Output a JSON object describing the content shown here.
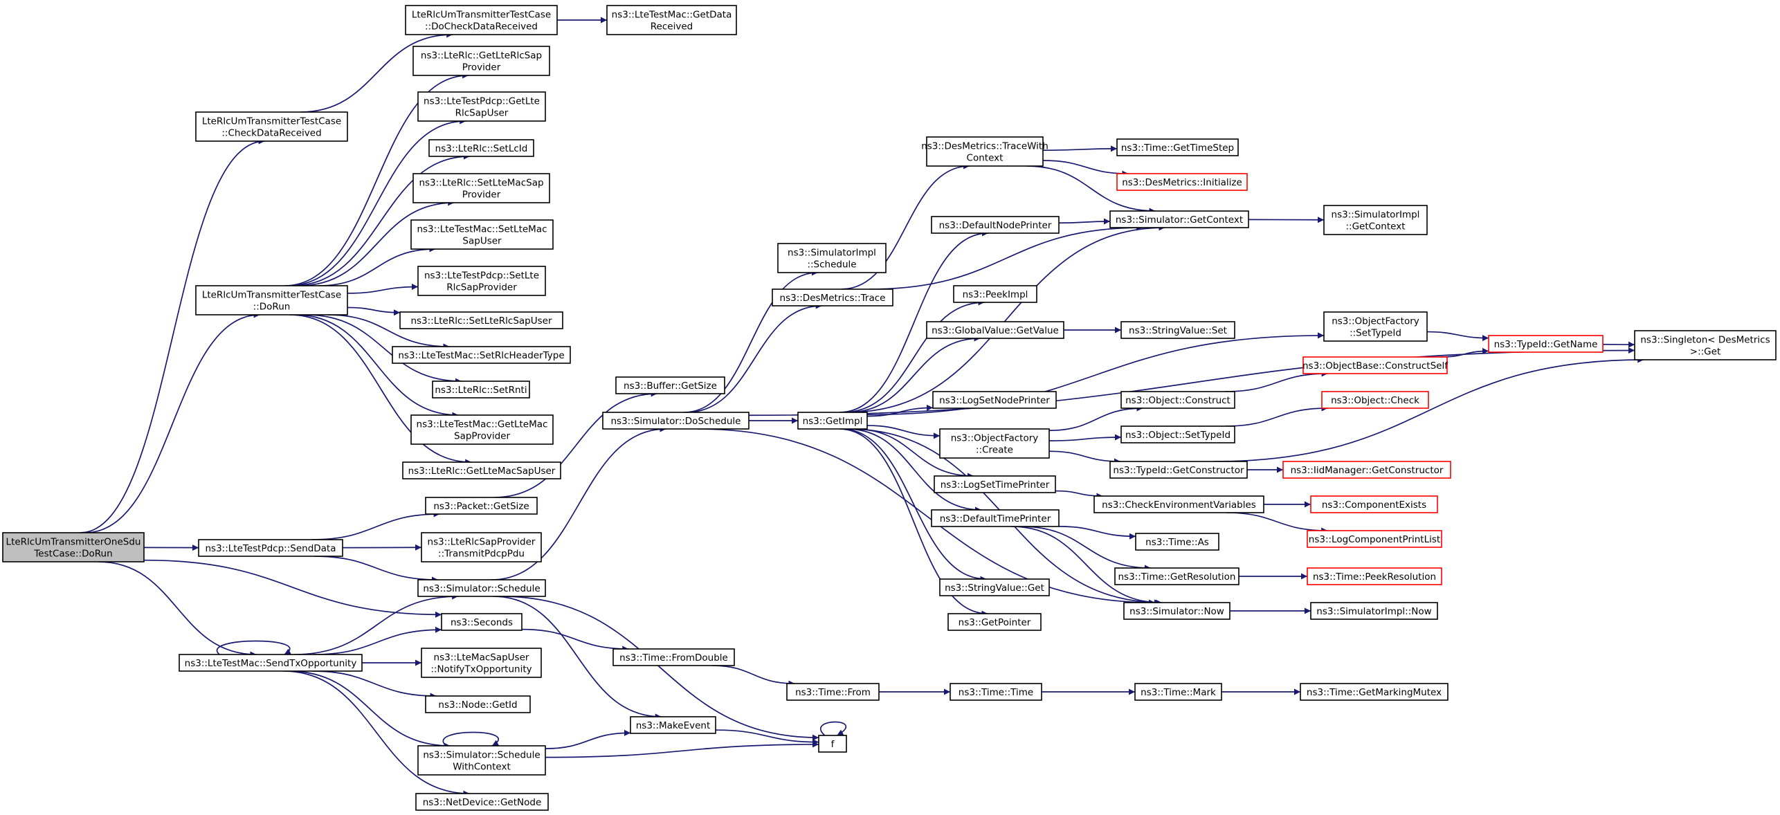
{
  "colors": {
    "edge": "#191970",
    "root_fill": "#bfbfbf",
    "external_border": "#ff0000",
    "node_border": "#000000"
  },
  "nodes": [
    {
      "id": "root",
      "lines": [
        "LteRlcUmTransmitterOneSdu",
        "TestCase::DoRun"
      ],
      "root": true
    },
    {
      "id": "checkData",
      "lines": [
        "LteRlcUmTransmitterTestCase",
        "::CheckDataReceived"
      ]
    },
    {
      "id": "doCheck",
      "lines": [
        "LteRlcUmTransmitterTestCase",
        "::DoCheckDataReceived"
      ]
    },
    {
      "id": "getData",
      "lines": [
        "ns3::LteTestMac::GetData",
        "Received"
      ]
    },
    {
      "id": "doRunTC",
      "lines": [
        "LteRlcUmTransmitterTestCase",
        "::DoRun"
      ]
    },
    {
      "id": "getRlcSapProv",
      "lines": [
        "ns3::LteRlc::GetLteRlcSap",
        "Provider"
      ]
    },
    {
      "id": "getRlcSapUser",
      "lines": [
        "ns3::LteTestPdcp::GetLte",
        "RlcSapUser"
      ]
    },
    {
      "id": "setLcId",
      "lines": [
        "ns3::LteRlc::SetLcId"
      ]
    },
    {
      "id": "setMacSapProv",
      "lines": [
        "ns3::LteRlc::SetLteMacSap",
        "Provider"
      ]
    },
    {
      "id": "setMacSapUser",
      "lines": [
        "ns3::LteTestMac::SetLteMac",
        "SapUser"
      ]
    },
    {
      "id": "setRlcSapProv",
      "lines": [
        "ns3::LteTestPdcp::SetLte",
        "RlcSapProvider"
      ]
    },
    {
      "id": "setRlcSapUser",
      "lines": [
        "ns3::LteRlc::SetLteRlcSapUser"
      ]
    },
    {
      "id": "setHdr",
      "lines": [
        "ns3::LteTestMac::SetRlcHeaderType"
      ]
    },
    {
      "id": "setRnti",
      "lines": [
        "ns3::LteRlc::SetRnti"
      ]
    },
    {
      "id": "getMacSapProv",
      "lines": [
        "ns3::LteTestMac::GetLteMac",
        "SapProvider"
      ]
    },
    {
      "id": "getMacSapUser",
      "lines": [
        "ns3::LteRlc::GetLteMacSapUser"
      ]
    },
    {
      "id": "sendData",
      "lines": [
        "ns3::LteTestPdcp::SendData"
      ]
    },
    {
      "id": "pktGetSize",
      "lines": [
        "ns3::Packet::GetSize"
      ]
    },
    {
      "id": "bufGetSize",
      "lines": [
        "ns3::Buffer::GetSize"
      ]
    },
    {
      "id": "transmitPdcp",
      "lines": [
        "ns3::LteRlcSapProvider",
        "::TransmitPdcpPdu"
      ]
    },
    {
      "id": "simSchedule",
      "lines": [
        "ns3::Simulator::Schedule"
      ]
    },
    {
      "id": "seconds",
      "lines": [
        "ns3::Seconds"
      ]
    },
    {
      "id": "sendTx",
      "lines": [
        "ns3::LteTestMac::SendTxOpportunity"
      ]
    },
    {
      "id": "notifyTx",
      "lines": [
        "ns3::LteMacSapUser",
        "::NotifyTxOpportunity"
      ]
    },
    {
      "id": "nodeGetId",
      "lines": [
        "ns3::Node::GetId"
      ]
    },
    {
      "id": "schedCtx",
      "lines": [
        "ns3::Simulator::Schedule",
        "WithContext"
      ]
    },
    {
      "id": "getNode",
      "lines": [
        "ns3::NetDevice::GetNode"
      ]
    },
    {
      "id": "doSchedule",
      "lines": [
        "ns3::Simulator::DoSchedule"
      ]
    },
    {
      "id": "fromDouble",
      "lines": [
        "ns3::Time::FromDouble"
      ]
    },
    {
      "id": "makeEvent",
      "lines": [
        "ns3::MakeEvent"
      ]
    },
    {
      "id": "simImplSched",
      "lines": [
        "ns3::SimulatorImpl",
        "::Schedule"
      ]
    },
    {
      "id": "desTrace",
      "lines": [
        "ns3::DesMetrics::Trace"
      ]
    },
    {
      "id": "getImpl",
      "lines": [
        "ns3::GetImpl"
      ]
    },
    {
      "id": "timeFrom",
      "lines": [
        "ns3::Time::From"
      ]
    },
    {
      "id": "f",
      "lines": [
        "f"
      ]
    },
    {
      "id": "traceWithCtx",
      "lines": [
        "ns3::DesMetrics::TraceWith",
        "Context"
      ]
    },
    {
      "id": "defNodePrinter",
      "lines": [
        "ns3::DefaultNodePrinter"
      ]
    },
    {
      "id": "peekImpl",
      "lines": [
        "ns3::PeekImpl"
      ]
    },
    {
      "id": "gvGetValue",
      "lines": [
        "ns3::GlobalValue::GetValue"
      ]
    },
    {
      "id": "logSetNode",
      "lines": [
        "ns3::LogSetNodePrinter"
      ]
    },
    {
      "id": "objFactCreate",
      "lines": [
        "ns3::ObjectFactory",
        "::Create"
      ]
    },
    {
      "id": "logSetTime",
      "lines": [
        "ns3::LogSetTimePrinter"
      ]
    },
    {
      "id": "defTimePrinter",
      "lines": [
        "ns3::DefaultTimePrinter"
      ]
    },
    {
      "id": "svGet",
      "lines": [
        "ns3::StringValue::Get"
      ]
    },
    {
      "id": "getPointer",
      "lines": [
        "ns3::GetPointer"
      ]
    },
    {
      "id": "timeTime",
      "lines": [
        "ns3::Time::Time"
      ]
    },
    {
      "id": "getTimeStep",
      "lines": [
        "ns3::Time::GetTimeStep"
      ]
    },
    {
      "id": "desInit",
      "lines": [
        "ns3::DesMetrics::Initialize"
      ],
      "external": true
    },
    {
      "id": "simGetContext",
      "lines": [
        "ns3::Simulator::GetContext"
      ]
    },
    {
      "id": "svSet",
      "lines": [
        "ns3::StringValue::Set"
      ]
    },
    {
      "id": "objConstruct",
      "lines": [
        "ns3::Object::Construct"
      ]
    },
    {
      "id": "objSetTypeId",
      "lines": [
        "ns3::Object::SetTypeId"
      ]
    },
    {
      "id": "typeIdGetCtor",
      "lines": [
        "ns3::TypeId::GetConstructor"
      ]
    },
    {
      "id": "checkEnv",
      "lines": [
        "ns3::CheckEnvironmentVariables"
      ]
    },
    {
      "id": "timeAs",
      "lines": [
        "ns3::Time::As"
      ]
    },
    {
      "id": "getRes",
      "lines": [
        "ns3::Time::GetResolution"
      ]
    },
    {
      "id": "simNow",
      "lines": [
        "ns3::Simulator::Now"
      ]
    },
    {
      "id": "timeMark",
      "lines": [
        "ns3::Time::Mark"
      ]
    },
    {
      "id": "simImplGetCtx",
      "lines": [
        "ns3::SimulatorImpl",
        "::GetContext"
      ]
    },
    {
      "id": "ofSetTypeId",
      "lines": [
        "ns3::ObjectFactory",
        "::SetTypeId"
      ]
    },
    {
      "id": "obConstructSelf",
      "lines": [
        "ns3::ObjectBase::ConstructSelf"
      ],
      "external": true
    },
    {
      "id": "objCheck",
      "lines": [
        "ns3::Object::Check"
      ],
      "external": true
    },
    {
      "id": "iidGetCtor",
      "lines": [
        "ns3::IidManager::GetConstructor"
      ],
      "external": true
    },
    {
      "id": "compExists",
      "lines": [
        "ns3::ComponentExists"
      ],
      "external": true
    },
    {
      "id": "logCompPrint",
      "lines": [
        "ns3::LogComponentPrintList"
      ],
      "external": true
    },
    {
      "id": "peekRes",
      "lines": [
        "ns3::Time::PeekResolution"
      ],
      "external": true
    },
    {
      "id": "simImplNow",
      "lines": [
        "ns3::SimulatorImpl::Now"
      ]
    },
    {
      "id": "getMarkingMutex",
      "lines": [
        "ns3::Time::GetMarkingMutex"
      ]
    },
    {
      "id": "typeIdGetName",
      "lines": [
        "ns3::TypeId::GetName"
      ],
      "external": true
    },
    {
      "id": "singletonGet",
      "lines": [
        "ns3::Singleton< DesMetrics",
        ">::Get"
      ]
    }
  ],
  "edges": [
    [
      "root",
      "checkData"
    ],
    [
      "root",
      "doRunTC"
    ],
    [
      "root",
      "sendData"
    ],
    [
      "root",
      "seconds"
    ],
    [
      "root",
      "sendTx"
    ],
    [
      "checkData",
      "doCheck"
    ],
    [
      "doCheck",
      "getData"
    ],
    [
      "doRunTC",
      "getRlcSapProv"
    ],
    [
      "doRunTC",
      "getRlcSapUser"
    ],
    [
      "doRunTC",
      "setLcId"
    ],
    [
      "doRunTC",
      "setMacSapProv"
    ],
    [
      "doRunTC",
      "setMacSapUser"
    ],
    [
      "doRunTC",
      "setRlcSapProv"
    ],
    [
      "doRunTC",
      "setRlcSapUser"
    ],
    [
      "doRunTC",
      "setHdr"
    ],
    [
      "doRunTC",
      "setRnti"
    ],
    [
      "doRunTC",
      "getMacSapProv"
    ],
    [
      "doRunTC",
      "getMacSapUser"
    ],
    [
      "sendData",
      "pktGetSize"
    ],
    [
      "sendData",
      "transmitPdcp"
    ],
    [
      "sendData",
      "simSchedule"
    ],
    [
      "pktGetSize",
      "bufGetSize"
    ],
    [
      "sendTx",
      "sendTx"
    ],
    [
      "sendTx",
      "simSchedule"
    ],
    [
      "sendTx",
      "seconds"
    ],
    [
      "sendTx",
      "notifyTx"
    ],
    [
      "sendTx",
      "nodeGetId"
    ],
    [
      "sendTx",
      "schedCtx"
    ],
    [
      "sendTx",
      "getNode"
    ],
    [
      "simSchedule",
      "doSchedule"
    ],
    [
      "simSchedule",
      "makeEvent"
    ],
    [
      "simSchedule",
      "f"
    ],
    [
      "seconds",
      "fromDouble"
    ],
    [
      "schedCtx",
      "schedCtx"
    ],
    [
      "schedCtx",
      "makeEvent"
    ],
    [
      "schedCtx",
      "f"
    ],
    [
      "doSchedule",
      "simImplSched"
    ],
    [
      "doSchedule",
      "desTrace"
    ],
    [
      "doSchedule",
      "getImpl"
    ],
    [
      "doSchedule",
      "singletonGet"
    ],
    [
      "doSchedule",
      "simNow"
    ],
    [
      "fromDouble",
      "timeFrom"
    ],
    [
      "makeEvent",
      "f"
    ],
    [
      "f",
      "f"
    ],
    [
      "desTrace",
      "traceWithCtx"
    ],
    [
      "desTrace",
      "simGetContext"
    ],
    [
      "getImpl",
      "defNodePrinter"
    ],
    [
      "getImpl",
      "peekImpl"
    ],
    [
      "getImpl",
      "gvGetValue"
    ],
    [
      "getImpl",
      "logSetNode"
    ],
    [
      "getImpl",
      "objFactCreate"
    ],
    [
      "getImpl",
      "logSetTime"
    ],
    [
      "getImpl",
      "defTimePrinter"
    ],
    [
      "getImpl",
      "svGet"
    ],
    [
      "getImpl",
      "getPointer"
    ],
    [
      "getImpl",
      "ofSetTypeId"
    ],
    [
      "getImpl",
      "simGetContext"
    ],
    [
      "getImpl",
      "simNow"
    ],
    [
      "timeFrom",
      "timeTime"
    ],
    [
      "timeTime",
      "timeMark"
    ],
    [
      "timeMark",
      "getMarkingMutex"
    ],
    [
      "traceWithCtx",
      "getTimeStep"
    ],
    [
      "traceWithCtx",
      "desInit"
    ],
    [
      "traceWithCtx",
      "simGetContext"
    ],
    [
      "defNodePrinter",
      "simGetContext"
    ],
    [
      "simGetContext",
      "simImplGetCtx"
    ],
    [
      "gvGetValue",
      "svSet"
    ],
    [
      "objFactCreate",
      "objConstruct"
    ],
    [
      "objFactCreate",
      "objSetTypeId"
    ],
    [
      "objFactCreate",
      "typeIdGetCtor"
    ],
    [
      "objConstruct",
      "obConstructSelf"
    ],
    [
      "objSetTypeId",
      "objCheck"
    ],
    [
      "typeIdGetCtor",
      "iidGetCtor"
    ],
    [
      "typeIdGetCtor",
      "singletonGet"
    ],
    [
      "logSetTime",
      "checkEnv"
    ],
    [
      "checkEnv",
      "compExists"
    ],
    [
      "checkEnv",
      "logCompPrint"
    ],
    [
      "defTimePrinter",
      "timeAs"
    ],
    [
      "defTimePrinter",
      "getRes"
    ],
    [
      "defTimePrinter",
      "simNow"
    ],
    [
      "getRes",
      "peekRes"
    ],
    [
      "simNow",
      "simImplNow"
    ],
    [
      "ofSetTypeId",
      "typeIdGetName"
    ],
    [
      "obConstructSelf",
      "typeIdGetName"
    ],
    [
      "typeIdGetName",
      "singletonGet"
    ]
  ]
}
